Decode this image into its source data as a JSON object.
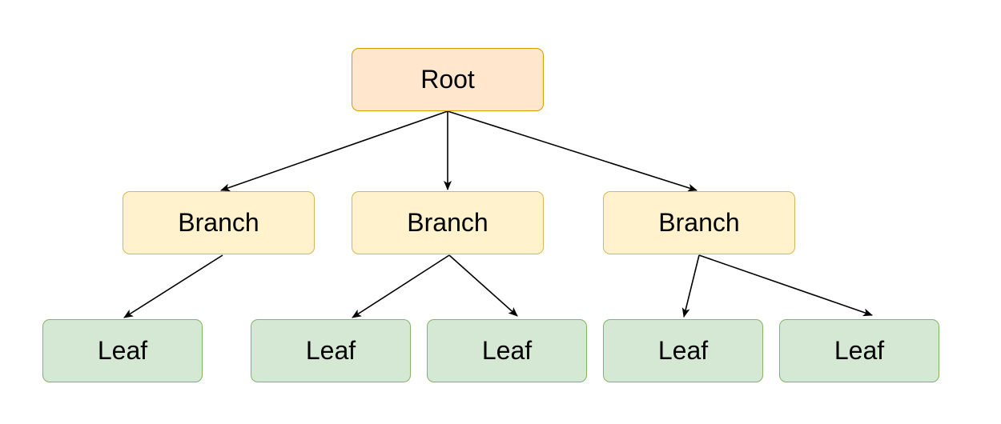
{
  "colors": {
    "root_fill": "#ffe6cc",
    "root_stroke": "#d79b00",
    "branch_fill": "#fff2cc",
    "branch_stroke": "#d6b656",
    "leaf_fill": "#d5e8d4",
    "leaf_stroke": "#82b366",
    "edge": "#000000"
  },
  "root": {
    "label": "Root"
  },
  "branches": [
    {
      "label": "Branch"
    },
    {
      "label": "Branch"
    },
    {
      "label": "Branch"
    }
  ],
  "leaves": [
    {
      "label": "Leaf"
    },
    {
      "label": "Leaf"
    },
    {
      "label": "Leaf"
    },
    {
      "label": "Leaf"
    },
    {
      "label": "Leaf"
    }
  ]
}
